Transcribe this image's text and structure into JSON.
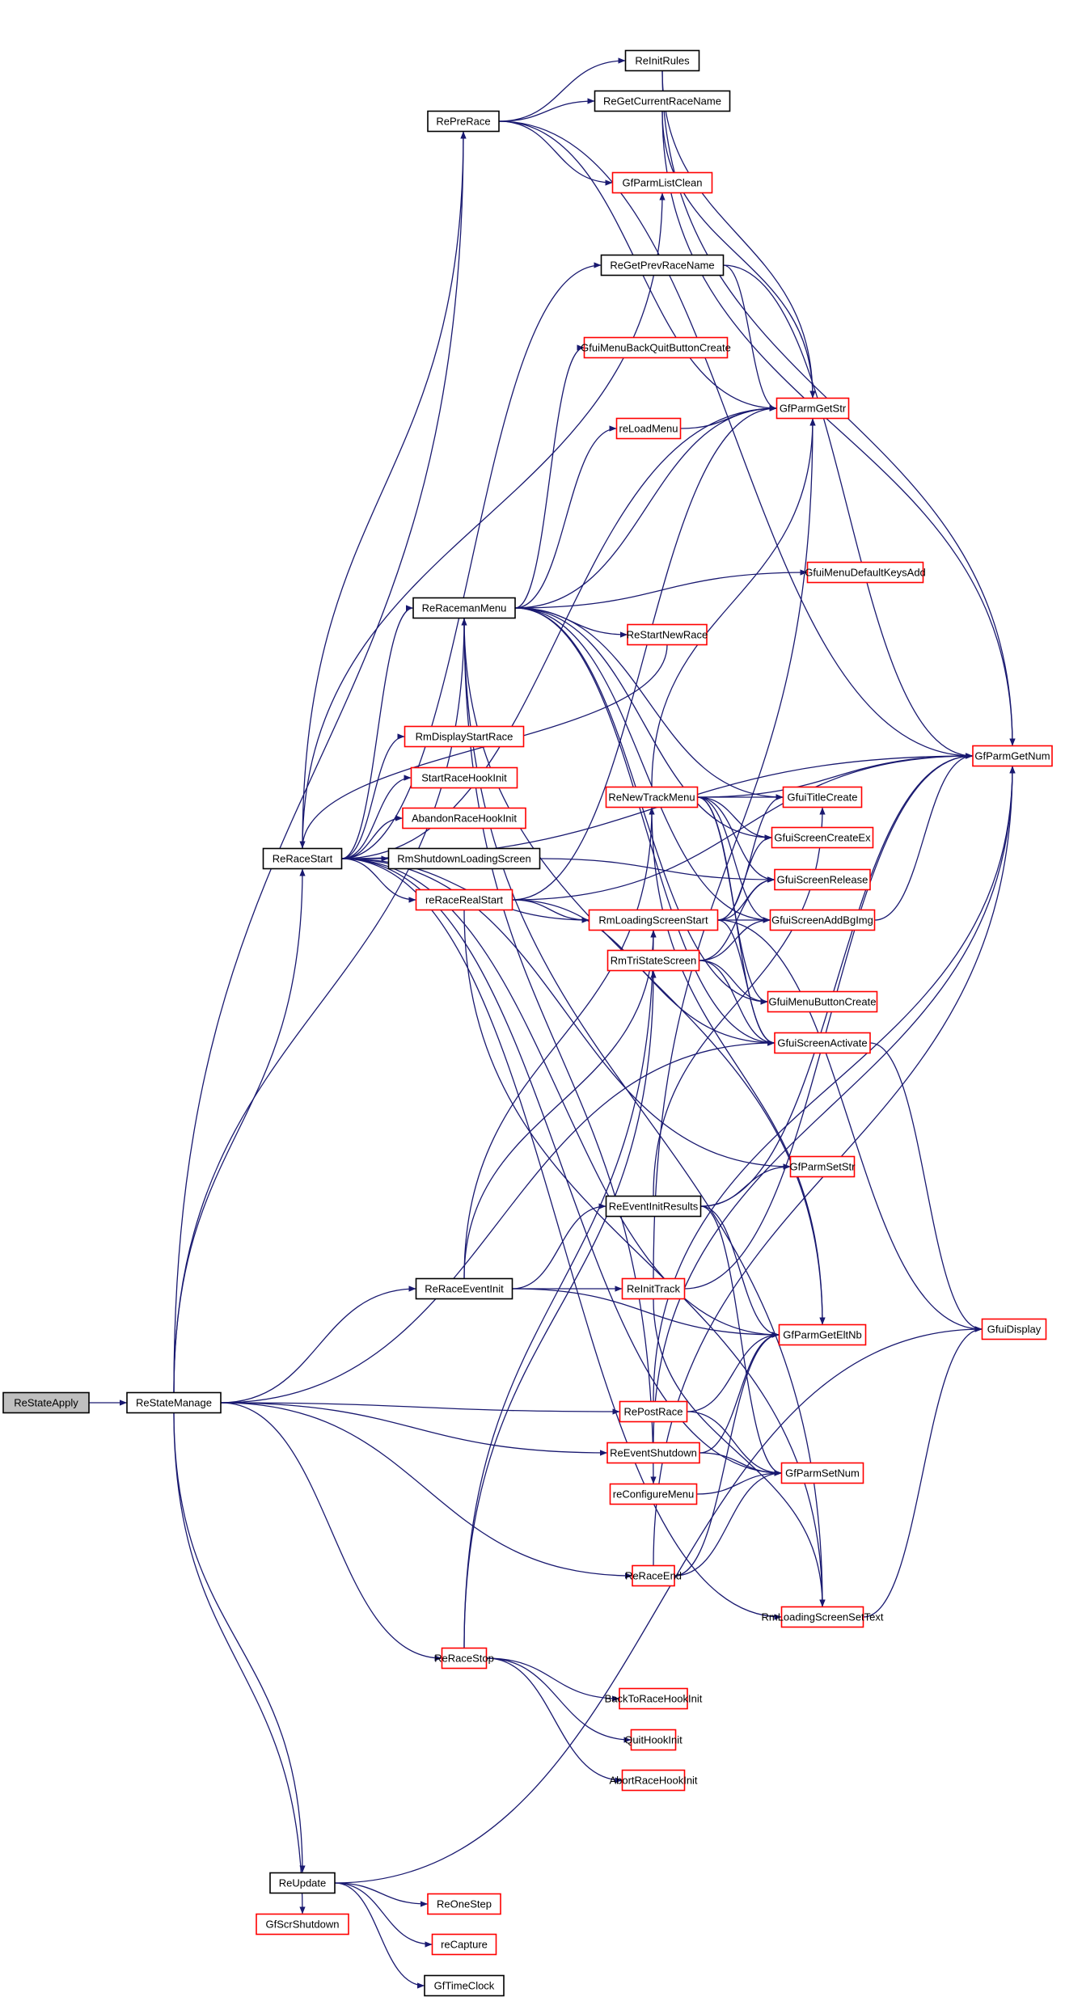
{
  "diagram": {
    "type": "call-graph",
    "colors": {
      "edge": "#191970",
      "node_border_default": "#000000",
      "node_border_truncated": "#ff0000",
      "root_fill": "#bfbfbf",
      "node_fill": "#ffffff"
    },
    "nodes": [
      {
        "id": "ReStateApply",
        "label": "ReStateApply",
        "style": "root"
      },
      {
        "id": "ReStateManage",
        "label": "ReStateManage",
        "style": "normal"
      },
      {
        "id": "RePreRace",
        "label": "RePreRace",
        "style": "normal"
      },
      {
        "id": "ReInitRules",
        "label": "ReInitRules",
        "style": "normal"
      },
      {
        "id": "ReGetCurrentRaceName",
        "label": "ReGetCurrentRaceName",
        "style": "normal"
      },
      {
        "id": "GfParmListClean",
        "label": "GfParmListClean",
        "style": "truncated"
      },
      {
        "id": "ReGetPrevRaceName",
        "label": "ReGetPrevRaceName",
        "style": "normal"
      },
      {
        "id": "GfuiMenuBackQuitButtonCreate",
        "label": "GfuiMenuBackQuitButtonCreate",
        "style": "truncated"
      },
      {
        "id": "GfParmGetStr",
        "label": "GfParmGetStr",
        "style": "truncated"
      },
      {
        "id": "reLoadMenu",
        "label": "reLoadMenu",
        "style": "truncated"
      },
      {
        "id": "GfuiMenuDefaultKeysAdd",
        "label": "GfuiMenuDefaultKeysAdd",
        "style": "truncated"
      },
      {
        "id": "ReRacemanMenu",
        "label": "ReRacemanMenu",
        "style": "normal"
      },
      {
        "id": "ReStartNewRace",
        "label": "ReStartNewRace",
        "style": "truncated"
      },
      {
        "id": "GfParmGetNum",
        "label": "GfParmGetNum",
        "style": "truncated"
      },
      {
        "id": "RmDisplayStartRace",
        "label": "RmDisplayStartRace",
        "style": "truncated"
      },
      {
        "id": "StartRaceHookInit",
        "label": "StartRaceHookInit",
        "style": "truncated"
      },
      {
        "id": "AbandonRaceHookInit",
        "label": "AbandonRaceHookInit",
        "style": "truncated"
      },
      {
        "id": "ReNewTrackMenu",
        "label": "ReNewTrackMenu",
        "style": "truncated"
      },
      {
        "id": "GfuiTitleCreate",
        "label": "GfuiTitleCreate",
        "style": "truncated"
      },
      {
        "id": "ReRaceStart",
        "label": "ReRaceStart",
        "style": "normal"
      },
      {
        "id": "RmShutdownLoadingScreen",
        "label": "RmShutdownLoadingScreen",
        "style": "normal"
      },
      {
        "id": "GfuiScreenCreateEx",
        "label": "GfuiScreenCreateEx",
        "style": "truncated"
      },
      {
        "id": "GfuiScreenRelease",
        "label": "GfuiScreenRelease",
        "style": "truncated"
      },
      {
        "id": "reRaceRealStart",
        "label": "reRaceRealStart",
        "style": "truncated"
      },
      {
        "id": "RmLoadingScreenStart",
        "label": "RmLoadingScreenStart",
        "style": "truncated"
      },
      {
        "id": "GfuiScreenAddBgImg",
        "label": "GfuiScreenAddBgImg",
        "style": "truncated"
      },
      {
        "id": "RmTriStateScreen",
        "label": "RmTriStateScreen",
        "style": "truncated"
      },
      {
        "id": "GfuiMenuButtonCreate",
        "label": "GfuiMenuButtonCreate",
        "style": "truncated"
      },
      {
        "id": "GfuiScreenActivate",
        "label": "GfuiScreenActivate",
        "style": "truncated"
      },
      {
        "id": "GfParmSetStr",
        "label": "GfParmSetStr",
        "style": "truncated"
      },
      {
        "id": "ReEventInitResults",
        "label": "ReEventInitResults",
        "style": "normal"
      },
      {
        "id": "ReRaceEventInit",
        "label": "ReRaceEventInit",
        "style": "normal"
      },
      {
        "id": "ReInitTrack",
        "label": "ReInitTrack",
        "style": "truncated"
      },
      {
        "id": "GfuiDisplay",
        "label": "GfuiDisplay",
        "style": "truncated"
      },
      {
        "id": "GfParmGetEltNb",
        "label": "GfParmGetEltNb",
        "style": "truncated"
      },
      {
        "id": "RePostRace",
        "label": "RePostRace",
        "style": "truncated"
      },
      {
        "id": "ReEventShutdown",
        "label": "ReEventShutdown",
        "style": "truncated"
      },
      {
        "id": "GfParmSetNum",
        "label": "GfParmSetNum",
        "style": "truncated"
      },
      {
        "id": "reConfigureMenu",
        "label": "reConfigureMenu",
        "style": "truncated"
      },
      {
        "id": "ReRaceEnd",
        "label": "ReRaceEnd",
        "style": "truncated"
      },
      {
        "id": "RmLoadingScreenSetText",
        "label": "RmLoadingScreenSetText",
        "style": "truncated"
      },
      {
        "id": "ReRaceStop",
        "label": "ReRaceStop",
        "style": "truncated"
      },
      {
        "id": "BackToRaceHookInit",
        "label": "BackToRaceHookInit",
        "style": "truncated"
      },
      {
        "id": "QuitHookInit",
        "label": "QuitHookInit",
        "style": "truncated"
      },
      {
        "id": "AbortRaceHookInit",
        "label": "AbortRaceHookInit",
        "style": "truncated"
      },
      {
        "id": "ReUpdate",
        "label": "ReUpdate",
        "style": "normal"
      },
      {
        "id": "ReOneStep",
        "label": "ReOneStep",
        "style": "truncated"
      },
      {
        "id": "GfScrShutdown",
        "label": "GfScrShutdown",
        "style": "truncated"
      },
      {
        "id": "reCapture",
        "label": "reCapture",
        "style": "truncated"
      },
      {
        "id": "GfTimeClock",
        "label": "GfTimeClock",
        "style": "normal"
      }
    ],
    "edges": [
      [
        "ReStateApply",
        "ReStateManage"
      ],
      [
        "ReStateManage",
        "RePreRace"
      ],
      [
        "ReStateManage",
        "ReRacemanMenu"
      ],
      [
        "ReStateManage",
        "ReRaceStart"
      ],
      [
        "ReStateManage",
        "ReRaceEventInit"
      ],
      [
        "ReStateManage",
        "RePostRace"
      ],
      [
        "ReStateManage",
        "ReEventShutdown"
      ],
      [
        "ReStateManage",
        "ReRaceEnd"
      ],
      [
        "ReStateManage",
        "ReRaceStop"
      ],
      [
        "ReStateManage",
        "ReUpdate"
      ],
      [
        "ReStateManage",
        "GfScrShutdown"
      ],
      [
        "ReStateManage",
        "GfuiScreenActivate"
      ],
      [
        "RePreRace",
        "ReInitRules"
      ],
      [
        "RePreRace",
        "ReGetCurrentRaceName"
      ],
      [
        "RePreRace",
        "GfParmListClean"
      ],
      [
        "RePreRace",
        "GfParmGetStr"
      ],
      [
        "RePreRace",
        "GfParmGetNum"
      ],
      [
        "ReInitRules",
        "GfParmGetStr"
      ],
      [
        "ReInitRules",
        "GfParmGetNum"
      ],
      [
        "ReGetCurrentRaceName",
        "GfParmGetStr"
      ],
      [
        "ReGetCurrentRaceName",
        "GfParmGetNum"
      ],
      [
        "ReGetPrevRaceName",
        "GfParmGetStr"
      ],
      [
        "ReGetPrevRaceName",
        "GfParmGetNum"
      ],
      [
        "reLoadMenu",
        "GfParmGetStr"
      ],
      [
        "ReRacemanMenu",
        "GfuiMenuBackQuitButtonCreate"
      ],
      [
        "ReRacemanMenu",
        "GfParmGetStr"
      ],
      [
        "ReRacemanMenu",
        "reLoadMenu"
      ],
      [
        "ReRacemanMenu",
        "GfuiMenuDefaultKeysAdd"
      ],
      [
        "ReRacemanMenu",
        "ReStartNewRace"
      ],
      [
        "ReRacemanMenu",
        "GfuiTitleCreate"
      ],
      [
        "ReRacemanMenu",
        "GfuiScreenCreateEx"
      ],
      [
        "ReRacemanMenu",
        "GfuiScreenAddBgImg"
      ],
      [
        "ReRacemanMenu",
        "GfuiMenuButtonCreate"
      ],
      [
        "ReRacemanMenu",
        "GfuiScreenActivate"
      ],
      [
        "ReRacemanMenu",
        "GfParmGetEltNb"
      ],
      [
        "ReRacemanMenu",
        "reConfigureMenu"
      ],
      [
        "ReRacemanMenu",
        "RmLoadingScreenSetText"
      ],
      [
        "ReRaceStart",
        "RePreRace"
      ],
      [
        "ReRaceStart",
        "GfParmListClean"
      ],
      [
        "ReRaceStart",
        "ReGetPrevRaceName"
      ],
      [
        "ReRaceStart",
        "GfParmGetStr"
      ],
      [
        "ReRaceStart",
        "GfParmGetNum"
      ],
      [
        "ReRaceStart",
        "ReRacemanMenu"
      ],
      [
        "ReRaceStart",
        "RmDisplayStartRace"
      ],
      [
        "ReRaceStart",
        "StartRaceHookInit"
      ],
      [
        "ReRaceStart",
        "AbandonRaceHookInit"
      ],
      [
        "ReRaceStart",
        "RmShutdownLoadingScreen"
      ],
      [
        "ReRaceStart",
        "reRaceRealStart"
      ],
      [
        "ReRaceStart",
        "RmLoadingScreenStart"
      ],
      [
        "ReRaceStart",
        "GfParmSetStr"
      ],
      [
        "ReRaceStart",
        "GfParmGetEltNb"
      ],
      [
        "ReRaceStart",
        "GfParmSetNum"
      ],
      [
        "ReRaceStart",
        "RmLoadingScreenSetText"
      ],
      [
        "ReStartNewRace",
        "ReRaceStart"
      ],
      [
        "RmShutdownLoadingScreen",
        "GfuiScreenRelease"
      ],
      [
        "reRaceRealStart",
        "RmLoadingScreenStart"
      ],
      [
        "reRaceRealStart",
        "GfParmGetStr"
      ],
      [
        "reRaceRealStart",
        "GfParmGetNum"
      ],
      [
        "reRaceRealStart",
        "GfuiScreenActivate"
      ],
      [
        "reRaceRealStart",
        "RmLoadingScreenSetText"
      ],
      [
        "ReNewTrackMenu",
        "GfParmGetStr"
      ],
      [
        "ReNewTrackMenu",
        "GfParmGetNum"
      ],
      [
        "ReNewTrackMenu",
        "GfuiTitleCreate"
      ],
      [
        "ReNewTrackMenu",
        "GfuiScreenCreateEx"
      ],
      [
        "ReNewTrackMenu",
        "GfuiScreenRelease"
      ],
      [
        "ReNewTrackMenu",
        "GfuiScreenAddBgImg"
      ],
      [
        "ReNewTrackMenu",
        "GfuiMenuButtonCreate"
      ],
      [
        "ReNewTrackMenu",
        "GfuiScreenActivate"
      ],
      [
        "ReNewTrackMenu",
        "GfParmGetEltNb"
      ],
      [
        "RmLoadingScreenStart",
        "GfuiTitleCreate"
      ],
      [
        "RmLoadingScreenStart",
        "GfuiScreenCreateEx"
      ],
      [
        "RmLoadingScreenStart",
        "GfuiScreenRelease"
      ],
      [
        "RmLoadingScreenStart",
        "GfuiScreenAddBgImg"
      ],
      [
        "RmLoadingScreenStart",
        "GfuiScreenActivate"
      ],
      [
        "RmLoadingScreenStart",
        "GfuiDisplay"
      ],
      [
        "RmTriStateScreen",
        "GfuiScreenRelease"
      ],
      [
        "RmTriStateScreen",
        "GfuiScreenAddBgImg"
      ],
      [
        "RmTriStateScreen",
        "GfuiMenuButtonCreate"
      ],
      [
        "RmTriStateScreen",
        "GfuiScreenActivate"
      ],
      [
        "GfuiScreenAddBgImg",
        "GfParmGetNum"
      ],
      [
        "GfuiScreenActivate",
        "GfuiDisplay"
      ],
      [
        "ReEventInitResults",
        "GfParmSetStr"
      ],
      [
        "ReEventInitResults",
        "GfParmGetNum"
      ],
      [
        "ReEventInitResults",
        "GfParmGetEltNb"
      ],
      [
        "ReEventInitResults",
        "GfParmSetNum"
      ],
      [
        "ReEventInitResults",
        "GfuiTitleCreate"
      ],
      [
        "ReRaceEventInit",
        "ReEventInitResults"
      ],
      [
        "ReRaceEventInit",
        "ReInitTrack"
      ],
      [
        "ReRaceEventInit",
        "GfParmGetEltNb"
      ],
      [
        "ReRaceEventInit",
        "ReNewTrackMenu"
      ],
      [
        "ReRaceEventInit",
        "RmLoadingScreenStart"
      ],
      [
        "ReInitTrack",
        "GfParmGetStr"
      ],
      [
        "ReInitTrack",
        "GfParmGetNum"
      ],
      [
        "ReInitTrack",
        "RmLoadingScreenSetText"
      ],
      [
        "RePostRace",
        "GfParmGetEltNb"
      ],
      [
        "RePostRace",
        "GfParmGetNum"
      ],
      [
        "RePostRace",
        "GfParmSetNum"
      ],
      [
        "ReEventShutdown",
        "GfParmGetEltNb"
      ],
      [
        "ReEventShutdown",
        "GfParmGetNum"
      ],
      [
        "ReEventShutdown",
        "GfParmSetNum"
      ],
      [
        "reConfigureMenu",
        "GfParmSetNum"
      ],
      [
        "ReRaceEnd",
        "GfParmGetEltNb"
      ],
      [
        "ReRaceEnd",
        "GfParmSetNum"
      ],
      [
        "ReRaceEnd",
        "GfParmGetNum"
      ],
      [
        "RmLoadingScreenSetText",
        "GfuiDisplay"
      ],
      [
        "ReRaceStop",
        "BackToRaceHookInit"
      ],
      [
        "ReRaceStop",
        "QuitHookInit"
      ],
      [
        "ReRaceStop",
        "AbortRaceHookInit"
      ],
      [
        "ReRaceStop",
        "RmTriStateScreen"
      ],
      [
        "ReRaceStop",
        "RmLoadingScreenStart"
      ],
      [
        "ReUpdate",
        "GfuiDisplay"
      ],
      [
        "ReUpdate",
        "ReOneStep"
      ],
      [
        "ReUpdate",
        "reCapture"
      ],
      [
        "ReUpdate",
        "GfTimeClock"
      ]
    ]
  }
}
